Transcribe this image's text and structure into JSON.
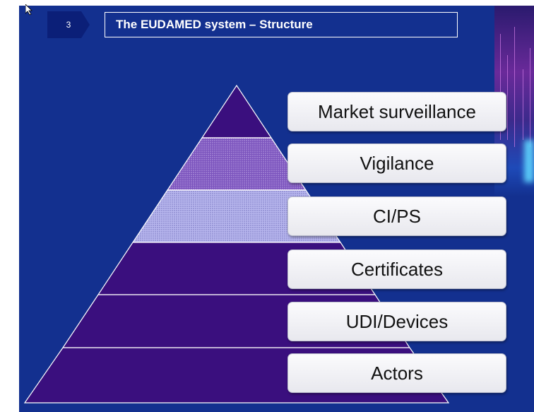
{
  "slide": {
    "number": "3",
    "title": "The EUDAMED system – Structure"
  },
  "levels": [
    {
      "label": "Market surveillance"
    },
    {
      "label": "Vigilance"
    },
    {
      "label": "CI/PS"
    },
    {
      "label": "Certificates"
    },
    {
      "label": "UDI/Devices"
    },
    {
      "label": "Actors"
    }
  ],
  "colors": {
    "background": "#13308f",
    "pyramid_fill": "#3a0f7e",
    "vigilance_fill": "#7b53bd",
    "cips_fill": "#b8b7ee",
    "label_box": "#f1f1f5"
  }
}
